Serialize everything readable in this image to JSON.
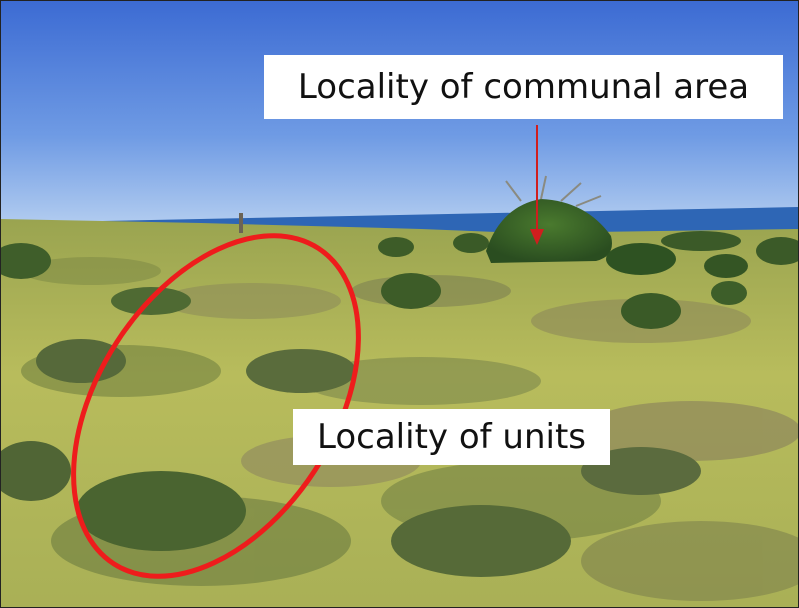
{
  "photo": {
    "subject": "coastal-grassland-with-shrubs",
    "colors": {
      "sky_top": "#3f6fd6",
      "sky_bottom": "#a9c6ef",
      "sea": "#2f68b8",
      "grass": "#b9bd5a",
      "shrub": "#5c6f3a",
      "dark_shrub": "#2f5a25",
      "ellipse": "#ee1c1c",
      "arrow": "#d01e1e"
    }
  },
  "annotations": {
    "communal_label": "Locality of communal area",
    "units_label": "Locality of units"
  }
}
